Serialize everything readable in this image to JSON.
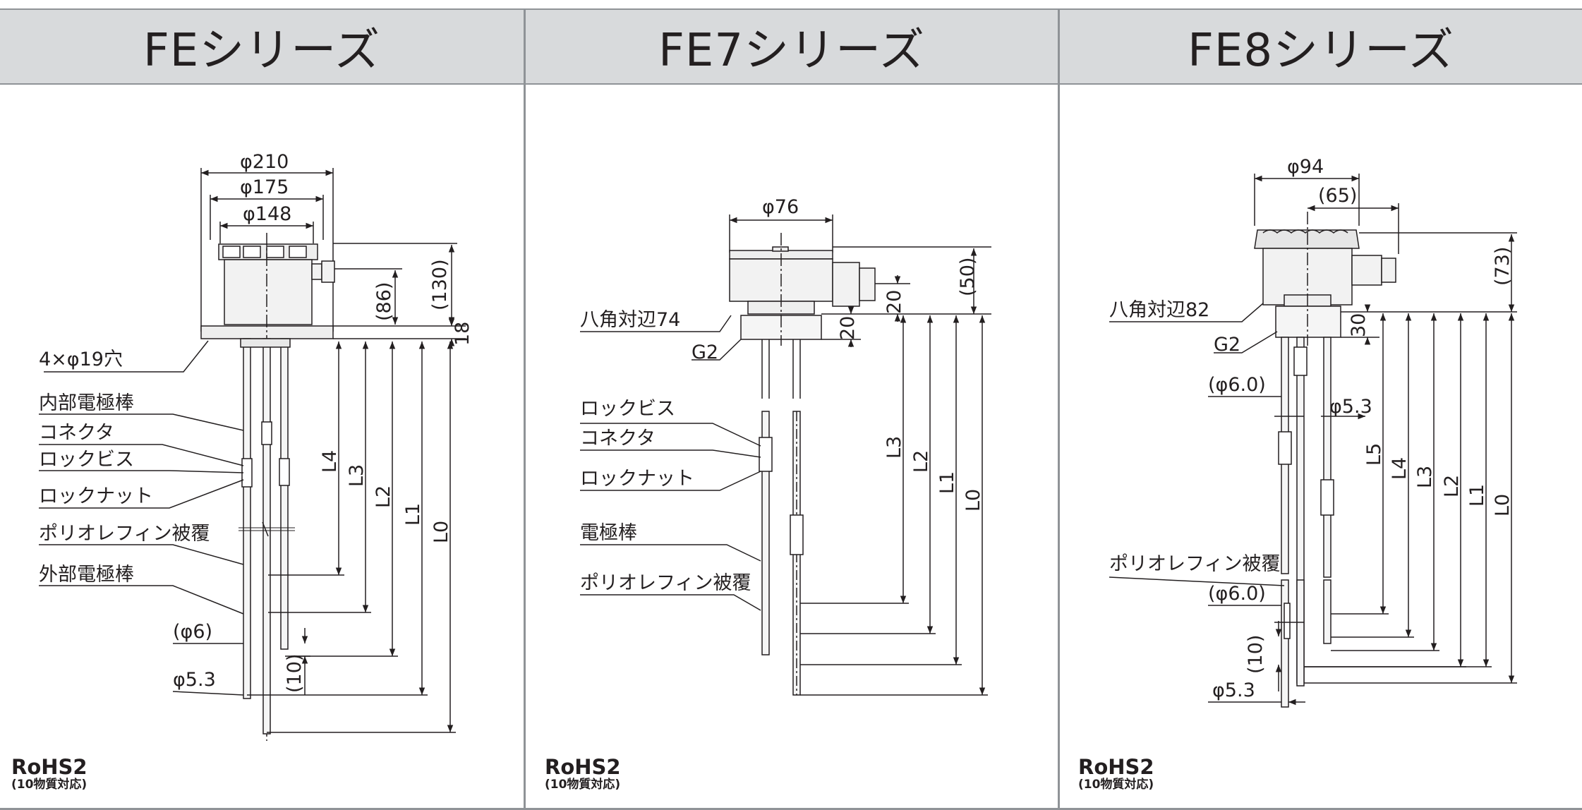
{
  "panels": [
    {
      "title": "FEシリーズ",
      "dims": {
        "d1": "φ210",
        "d2": "φ175",
        "d3": "φ148",
        "h86": "(86)",
        "h130": "(130)",
        "t18": "18",
        "L4": "L4",
        "L3": "L3",
        "L2": "L2",
        "L1": "L1",
        "L0": "L0",
        "p10": "(10)"
      },
      "labels": {
        "holes": "4×φ19穴",
        "inner_rod": "内部電極棒",
        "connector": "コネクタ",
        "lock_screw": "ロックビス",
        "lock_nut": "ロックナット",
        "coating": "ポリオレフィン被覆",
        "outer_rod": "外部電極棒",
        "d6": "(φ6)",
        "d53": "φ5.3"
      },
      "rohs": {
        "main": "RoHS2",
        "sub": "(10物質対応)"
      }
    },
    {
      "title": "FE7シリーズ",
      "dims": {
        "d76": "φ76",
        "h50": "(50)",
        "h20a": "20",
        "h20b": "20",
        "L3": "L3",
        "L2": "L2",
        "L1": "L1",
        "L0": "L0"
      },
      "labels": {
        "hex": "八角対辺74",
        "g2": "G2",
        "lock_screw": "ロックビス",
        "connector": "コネクタ",
        "lock_nut": "ロックナット",
        "rod": "電極棒",
        "coating": "ポリオレフィン被覆"
      },
      "rohs": {
        "main": "RoHS2",
        "sub": "(10物質対応)"
      }
    },
    {
      "title": "FE8シリーズ",
      "dims": {
        "d94": "φ94",
        "w65": "(65)",
        "h73": "(73)",
        "h30": "30",
        "L5": "L5",
        "L4": "L4",
        "L3": "L3",
        "L2": "L2",
        "L1": "L1",
        "L0": "L0",
        "p10": "(10)"
      },
      "labels": {
        "hex": "八角対辺82",
        "g2": "G2",
        "d60a": "(φ6.0)",
        "d53a": "φ5.3",
        "coating": "ポリオレフィン被覆",
        "d60b": "(φ6.0)",
        "d53b": "φ5.3"
      },
      "rohs": {
        "main": "RoHS2",
        "sub": "(10物質対応)"
      }
    }
  ]
}
